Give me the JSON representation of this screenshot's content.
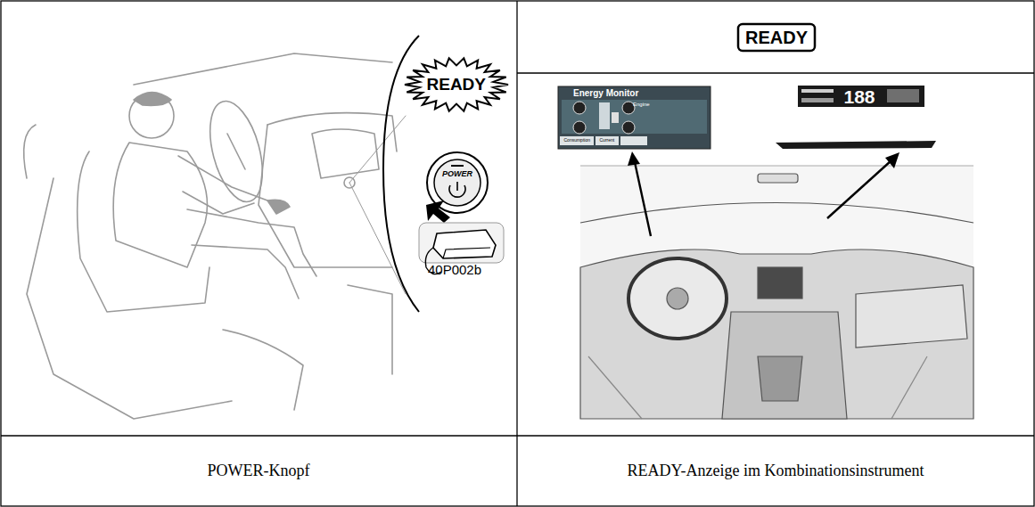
{
  "diagram": {
    "labels": [
      "READY",
      "POWER",
      "40P002b",
      "READY",
      "Energy Monitor",
      "Engine",
      "Consumption",
      "Current",
      "188",
      "POWER-Knopf",
      "READY-Anzeige im Kombinationsinstrument"
    ]
  }
}
